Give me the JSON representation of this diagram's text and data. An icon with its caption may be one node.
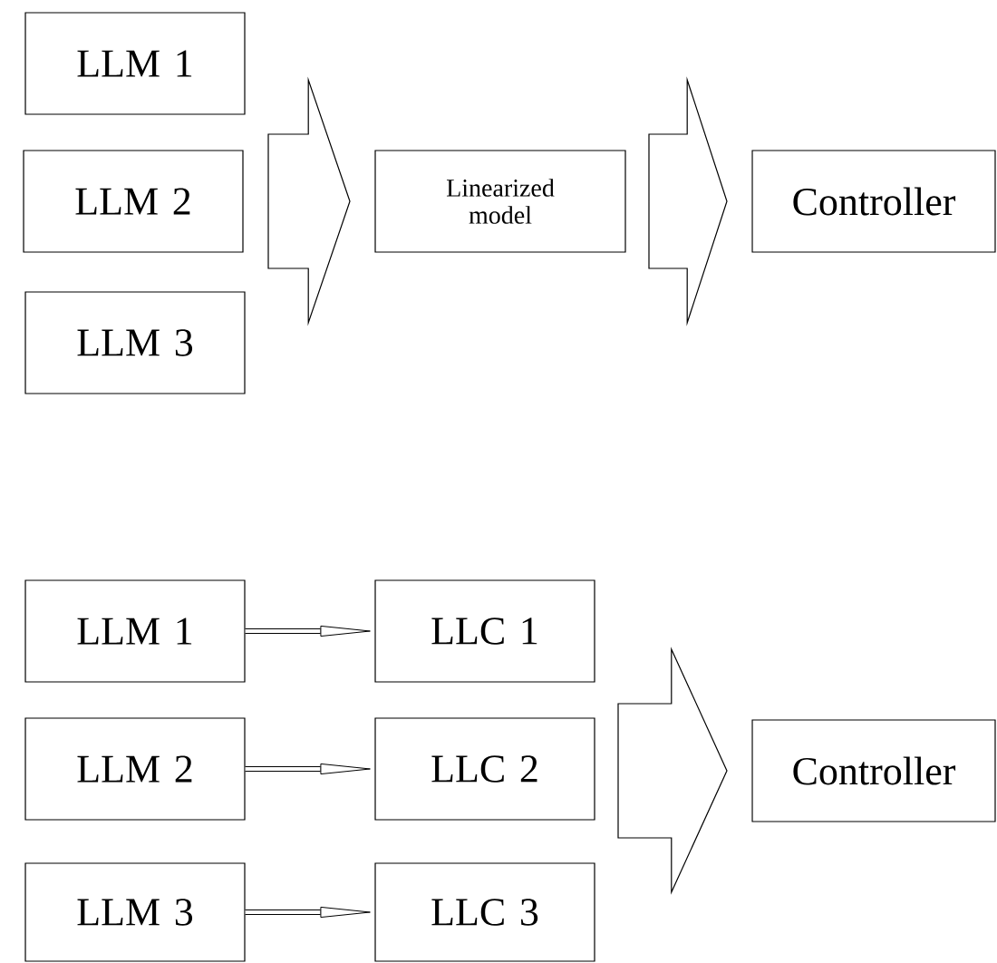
{
  "diagram": {
    "nodes": [
      {
        "text": [
          "LLM 1"
        ]
      },
      {
        "text": [
          "LLM 2"
        ]
      },
      {
        "text": [
          "LLM 3"
        ]
      },
      {
        "text": [
          "Linearized model"
        ]
      },
      {
        "text": [
          "Controller"
        ]
      },
      {
        "text": [
          "LLM 1"
        ]
      },
      {
        "text": [
          "LLM 2"
        ]
      },
      {
        "text": [
          "LLM 3"
        ]
      },
      {
        "text": [
          "LLC 1"
        ]
      },
      {
        "text": [
          "LLC 2"
        ]
      },
      {
        "text": [
          "LLC 3"
        ]
      },
      {
        "text": [
          "Controller"
        ]
      }
    ],
    "edges": [
      {
        "from": 0,
        "to": 3,
        "arrow": "to"
      },
      {
        "from": 1,
        "to": 3,
        "arrow": "to"
      },
      {
        "from": 2,
        "to": 3,
        "arrow": "to"
      },
      {
        "from": 3,
        "to": 4,
        "arrow": "to"
      },
      {
        "from": 5,
        "to": 8,
        "arrow": "to"
      },
      {
        "from": 6,
        "to": 9,
        "arrow": "to"
      },
      {
        "from": 7,
        "to": 10,
        "arrow": "to"
      },
      {
        "from": 8,
        "to": 11,
        "arrow": "to"
      },
      {
        "from": 9,
        "to": 11,
        "arrow": "to"
      },
      {
        "from": 10,
        "to": 11,
        "arrow": "to"
      }
    ]
  }
}
